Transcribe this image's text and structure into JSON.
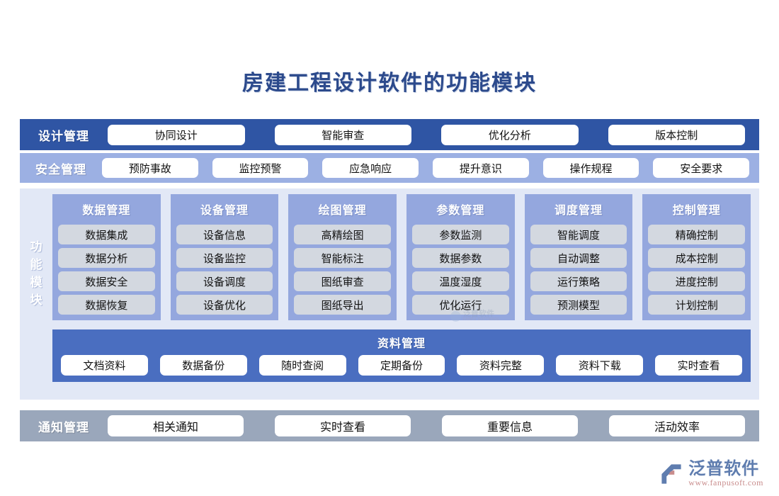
{
  "page": {
    "title": "房建工程设计软件的功能模块",
    "background_color": "#ffffff"
  },
  "colors": {
    "title_text": "#2c4a8c",
    "design_row_bg": "#2f55a4",
    "safety_row_bg": "#9cb0e3",
    "notify_row_bg": "#9aa7bb",
    "panel_bg": "#e2e8f6",
    "module_col_bg": "#94a7de",
    "module_item_bg": "#d3d8e0",
    "docs_block_bg": "#4a6ec0",
    "chip_bg": "#ffffff"
  },
  "design_row": {
    "label": "设计管理",
    "items": [
      "协同设计",
      "智能审查",
      "优化分析",
      "版本控制"
    ]
  },
  "safety_row": {
    "label": "安全管理",
    "items": [
      "预防事故",
      "监控预警",
      "应急响应",
      "提升意识",
      "操作规程",
      "安全要求"
    ]
  },
  "functions_panel": {
    "side_label": "功能模块",
    "side_label_chars": [
      "功",
      "能",
      "模",
      "块"
    ],
    "columns": [
      {
        "title": "数据管理",
        "items": [
          "数据集成",
          "数据分析",
          "数据安全",
          "数据恢复"
        ]
      },
      {
        "title": "设备管理",
        "items": [
          "设备信息",
          "设备监控",
          "设备调度",
          "设备优化"
        ]
      },
      {
        "title": "绘图管理",
        "items": [
          "高精绘图",
          "智能标注",
          "图纸审查",
          "图纸导出"
        ]
      },
      {
        "title": "参数管理",
        "items": [
          "参数监测",
          "数据参数",
          "温度湿度",
          "优化运行"
        ]
      },
      {
        "title": "调度管理",
        "items": [
          "智能调度",
          "自动调整",
          "运行策略",
          "预测模型"
        ]
      },
      {
        "title": "控制管理",
        "items": [
          "精确控制",
          "成本控制",
          "进度控制",
          "计划控制"
        ]
      }
    ],
    "docs_block": {
      "title": "资料管理",
      "items": [
        "文档资料",
        "数据备份",
        "随时查阅",
        "定期备份",
        "资料完整",
        "资料下载",
        "实时查看"
      ]
    }
  },
  "notify_row": {
    "label": "通知管理",
    "items": [
      "相关通知",
      "实时查看",
      "重要信息",
      "活动效率"
    ]
  },
  "brand": {
    "name": "泛普软件",
    "url": "www.fanpusoft.com"
  },
  "watermark": {
    "name": "泛普软件",
    "sub": "FANPU SOFTWARE"
  }
}
